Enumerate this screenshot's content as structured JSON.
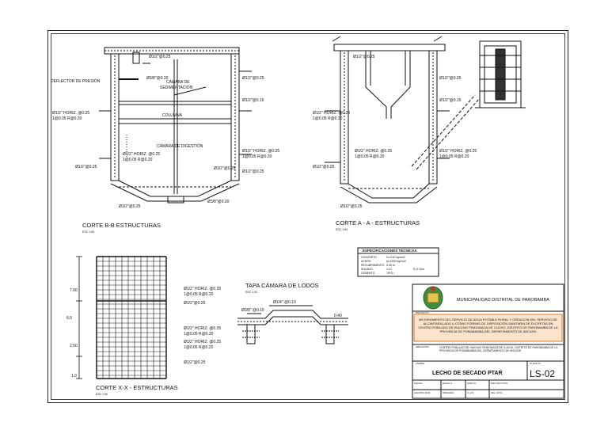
{
  "sections": {
    "bb": {
      "title": "CORTE B-B  ESTRUCTURAS",
      "scale": "ESC 1:50"
    },
    "aa": {
      "title": "CORTE A - A - ESTRUCTURAS",
      "scale": "ESC 1:50"
    },
    "xx": {
      "title": "CORTE X-X - ESTRUCTURAS",
      "scale": "ESC 1:50"
    },
    "tapa": {
      "title": "TAPA CÁMARA DE LODOS",
      "scale": "ESC 1:20"
    }
  },
  "labels": {
    "deflector": "DEFLECTOR DE PRESIÓN",
    "camara_sed": "CÁMARA DE",
    "camara_sed2": "SEDIMENTACIÓN",
    "columna": "COLUMNA",
    "camara_dig": "CÁMARA DE DIGESTIÓN",
    "rebar_a": "Ø1/2\"@0.25",
    "rebar_b": "Ø3/8\"@0.20",
    "rebar_c": "Ø1/2\"@0.15",
    "horiz_1": "Ø1/2\" HORIZ. @0.25",
    "horiz_2": "1@0.05 R@0.20",
    "dim_a": "7.00",
    "dim_b": "6.0",
    "dim_c": "2.50",
    "dim_d": "1.0",
    "tapa_1": "Ø1/4\" @0.10",
    "tapa_2": "Ø3/8\" @0.15",
    "tapa_3": "0.40"
  },
  "specs": {
    "title": "ESPECIFICACIONES TECNICAS",
    "rows": [
      [
        "CONCRETO",
        "f'c=210 kg/cm2",
        ""
      ],
      [
        "ACERO",
        "fy=4200 kg/cm2",
        ""
      ],
      [
        "RECUBRIMIENTO",
        "0.05 m",
        ""
      ],
      [
        "SOLADO",
        "1:12",
        "E=0.10m"
      ],
      [
        "CEMENTO",
        "TIPO I",
        ""
      ]
    ]
  },
  "title_block": {
    "entity": "MUNICIPALIDAD DISTRITAL DE PAROBAMBA",
    "project_label": "PROYECTO:",
    "project": "MEJORAMIENTO DEL SERVICIO DE AGUA POTABLE RURAL Y CREACION DEL SERVICIO DE ALCANTARILLADO U OTRAS FORMAS DE DISPOSICIÓN SANITARIA DE EXCRETAS EN CENTRO POBLADO DE HUICHAY PINDONAGA DE CUCHO, DISTRITO DE PAROBAMBA DE LA PROVINCIA DE POMABAMBA DEL DEPARTAMENTO DE ANCASH",
    "location_label": "UBICACIÓN:",
    "location": "CENTRO POBLADO DE HUICHAY PINDONAGA DE CUCHO, DISTRITO DE PAROBAMBA DE LA PROVINCIA DE POMABAMBA DEL DEPARTAMENTO DE ANCASH",
    "sheet_label": "LÁMINA:",
    "sheet_title": "LECHO DE SECADO PTAR",
    "sheet_no_label": "PLANO N°",
    "sheet_no": "LS-02",
    "footer": [
      {
        "label": "FECHA:",
        "value": "AGOSTO 2022"
      },
      {
        "label": "ESCALA:",
        "value": "INDICADA"
      },
      {
        "label": "DIBUJO:",
        "value": "C.A.D."
      },
      {
        "label": "PROYECTISTA:",
        "value": "ING. CIVIL"
      }
    ]
  }
}
